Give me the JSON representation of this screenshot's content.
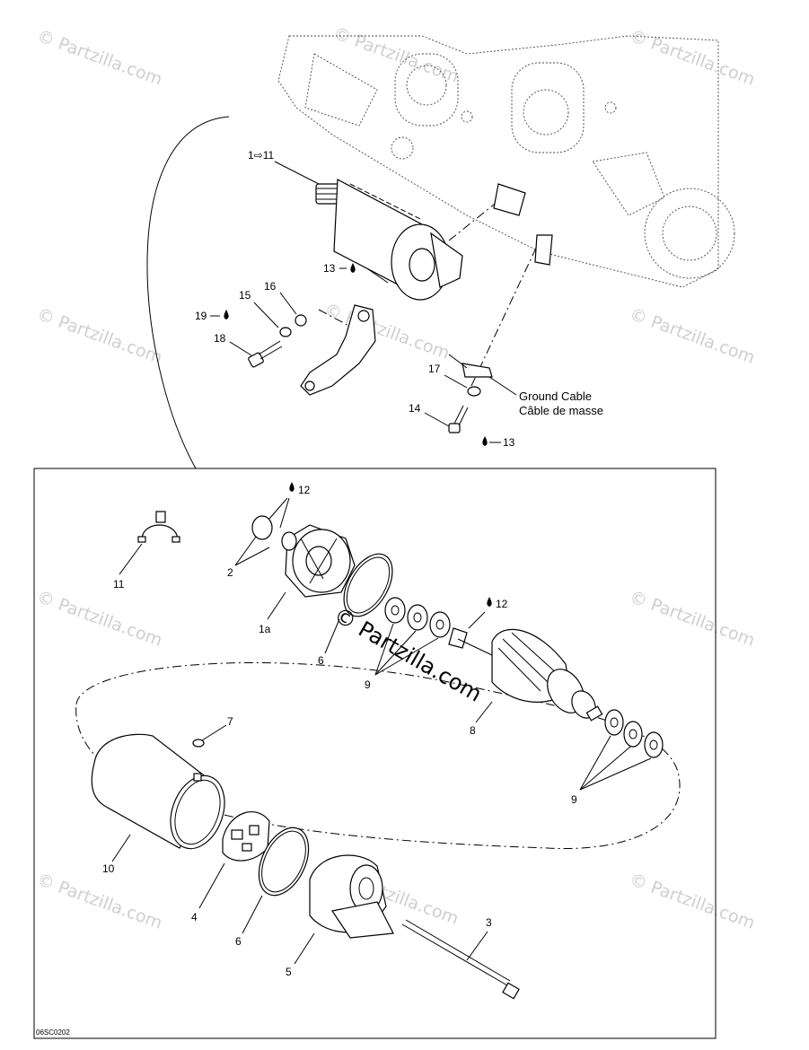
{
  "watermark": {
    "text": "© Partzilla.com",
    "center_text": "© Partzilla.com"
  },
  "diagram_code": "06SC0202",
  "caption": {
    "en": "Ground Cable",
    "fr": "Câble de masse"
  },
  "callouts": {
    "c1_11": "1⇨11",
    "c13a": "13",
    "c13b": "13",
    "c14": "14",
    "c15": "15",
    "c16": "16",
    "c17": "17",
    "c18": "18",
    "c19": "19",
    "c12a": "12",
    "c12b": "12",
    "c11": "11",
    "c2": "2",
    "c1a": "1a",
    "c6a": "6",
    "c9a": "9",
    "c8": "8",
    "c7": "7",
    "c9b": "9",
    "c10": "10",
    "c4": "4",
    "c6b": "6",
    "c5": "5",
    "c3": "3"
  },
  "icons": {
    "drop": "threadlocker-drop-icon",
    "arrow": "range-arrow-icon"
  }
}
